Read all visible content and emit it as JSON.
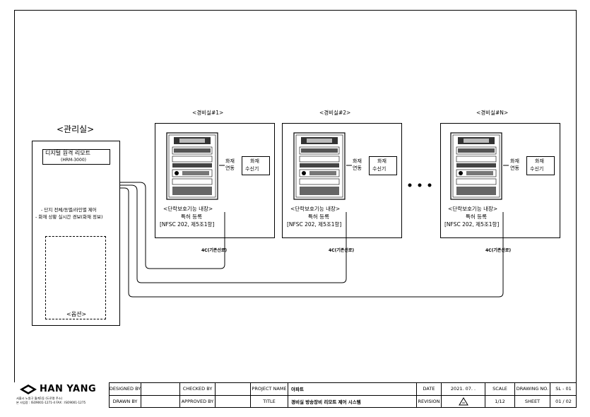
{
  "office": {
    "title": "<관리실>",
    "remote_label": "디지털 원격 리모트",
    "remote_model": "(HRM-3000)",
    "features": [
      "- 단지 전체/동별/라인별 제어",
      "- 화재 상황 실시간 경보(화재 정보)"
    ],
    "rack_label": "<옵션>"
  },
  "guards": [
    {
      "title": "<경비실#1>",
      "fire_link": [
        "화재",
        "연동"
      ],
      "receiver": [
        "화재",
        "수신기"
      ],
      "notes": [
        "<단락보호기능 내장>",
        "특허 등록",
        "[NFSC 202, 제5조1항]"
      ],
      "cable": "4C(기존선로)"
    },
    {
      "title": "<경비실#2>",
      "fire_link": [
        "화재",
        "연동"
      ],
      "receiver": [
        "화재",
        "수신기"
      ],
      "notes": [
        "<단락보호기능 내장>",
        "특허 등록",
        "[NFSC 202, 제5조1항]"
      ],
      "cable": "4C(기존선로)"
    },
    {
      "title": "<경비실#N>",
      "fire_link": [
        "화재",
        "연동"
      ],
      "receiver": [
        "화재",
        "수신기"
      ],
      "notes": [
        "<단락보호기능 내장>",
        "특허 등록",
        "[NFSC 202, 제5조1항]"
      ],
      "cable": "4C(기존선로)"
    }
  ],
  "title_block": {
    "company": "HAN YANG",
    "address": [
      "서울시 노원구 월계1동 (도로명 주소)",
      "본 사업장 : ISO9001-1271-4 FAX : ISO9001-1275"
    ],
    "designed_by_label": "DESIGNED BY",
    "drawn_by_label": "DRAWN BY",
    "checked_by_label": "CHECKED BY",
    "approved_by_label": "APPROVED BY",
    "project_name_label": "PROJECT NAME",
    "project_name": "아파트",
    "title_label": "TITLE",
    "title": "경비실 방송장비 리모트 제어 시스템",
    "date_label": "DATE",
    "date": "2021. 07. .",
    "revision_label": "REVISION",
    "scale_label": "SCALE",
    "scale": "1/12",
    "drawing_no_label": "DRAWING NO.",
    "drawing_no": "SL - 01",
    "sheet_label": "SHEET",
    "sheet": "01 / 02"
  },
  "colors": {
    "line": "#000000",
    "background": "#ffffff"
  }
}
